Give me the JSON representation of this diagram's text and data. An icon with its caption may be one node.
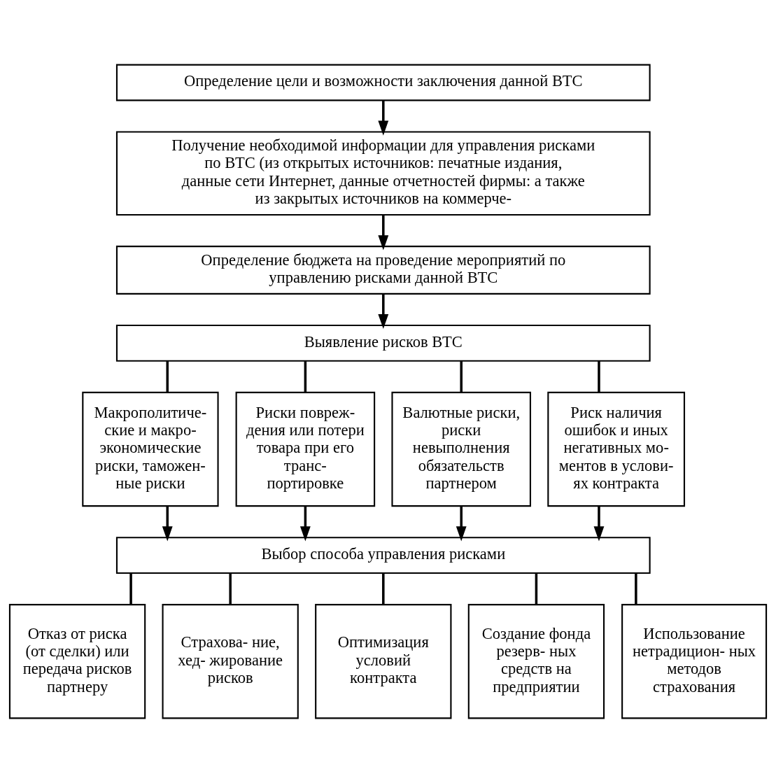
{
  "diagram": {
    "nodes": [
      {
        "text": [
          "Определение цели и возможности заключения данной ВТС"
        ]
      },
      {
        "text": [
          "Получение необходимой информации для управления рисками по ВТС (из открытых источников: печатные издания, данные сети Интернет, данные отчетностей фирмы: а также из закрытых источников на коммерче-"
        ]
      },
      {
        "text": [
          "Определение бюджета на проведение мероприятий по управлению рисками данной ВТС"
        ]
      },
      {
        "text": [
          "Выявление рисков ВТС"
        ]
      },
      {
        "text": [
          "Макрополитиче- ские и макро- экономические риски, таможен- ные риски"
        ]
      },
      {
        "text": [
          "Риски повреж- дения или потери товара при его транс- портировке"
        ]
      },
      {
        "text": [
          "Валютные риски, риски невыполнения обязательств партнером"
        ]
      },
      {
        "text": [
          "Риск наличия ошибок и иных негативных мо- ментов в услови- ях контракта"
        ]
      },
      {
        "text": [
          "Выбор способа управления рисками"
        ]
      },
      {
        "text": [
          "Отказ от риска (от сделки) или передача рисков партнеру"
        ]
      },
      {
        "text": [
          "Страхова- ние, хед- жирование рисков"
        ]
      },
      {
        "text": [
          "Оптимизация условий контракта"
        ]
      },
      {
        "text": [
          "Создание фонда резерв- ных средств на предприятии"
        ]
      },
      {
        "text": [
          "Использование нетрадицион- ных методов страхования"
        ]
      }
    ],
    "edges": [
      {
        "from": 0,
        "to": 1,
        "arrow": "to"
      },
      {
        "from": 1,
        "to": 2,
        "arrow": "to"
      },
      {
        "from": 2,
        "to": 3,
        "arrow": "to"
      },
      {
        "from": 3,
        "to": 4,
        "arrow": "none"
      },
      {
        "from": 3,
        "to": 5,
        "arrow": "none"
      },
      {
        "from": 3,
        "to": 6,
        "arrow": "none"
      },
      {
        "from": 3,
        "to": 7,
        "arrow": "none"
      },
      {
        "from": 4,
        "to": 8,
        "arrow": "to"
      },
      {
        "from": 5,
        "to": 8,
        "arrow": "to"
      },
      {
        "from": 6,
        "to": 8,
        "arrow": "to"
      },
      {
        "from": 7,
        "to": 8,
        "arrow": "to"
      },
      {
        "from": 8,
        "to": 9,
        "arrow": "none"
      },
      {
        "from": 8,
        "to": 10,
        "arrow": "none"
      },
      {
        "from": 8,
        "to": 11,
        "arrow": "none"
      },
      {
        "from": 8,
        "to": 12,
        "arrow": "none"
      },
      {
        "from": 8,
        "to": 13,
        "arrow": "none"
      }
    ]
  }
}
